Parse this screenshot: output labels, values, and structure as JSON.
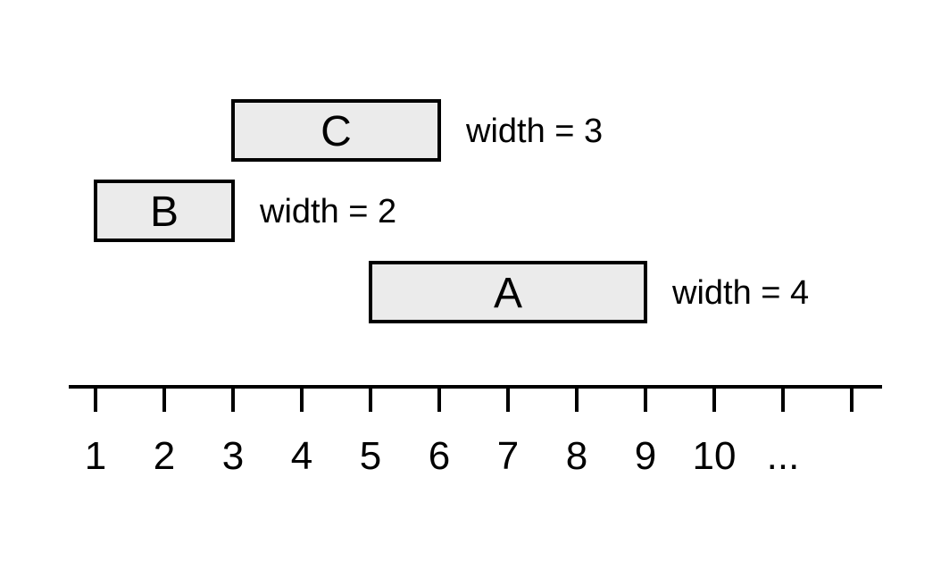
{
  "intervals": [
    {
      "name": "C",
      "start": 3,
      "end": 6,
      "width_label": "width = 3"
    },
    {
      "name": "B",
      "start": 1,
      "end": 3,
      "width_label": "width = 2"
    },
    {
      "name": "A",
      "start": 5,
      "end": 9,
      "width_label": "width = 4"
    }
  ],
  "axis": {
    "tick_labels": [
      "1",
      "2",
      "3",
      "4",
      "5",
      "6",
      "7",
      "8",
      "9",
      "10",
      "..."
    ]
  },
  "colors": {
    "box_fill": "#ebebeb",
    "stroke": "#000000"
  }
}
